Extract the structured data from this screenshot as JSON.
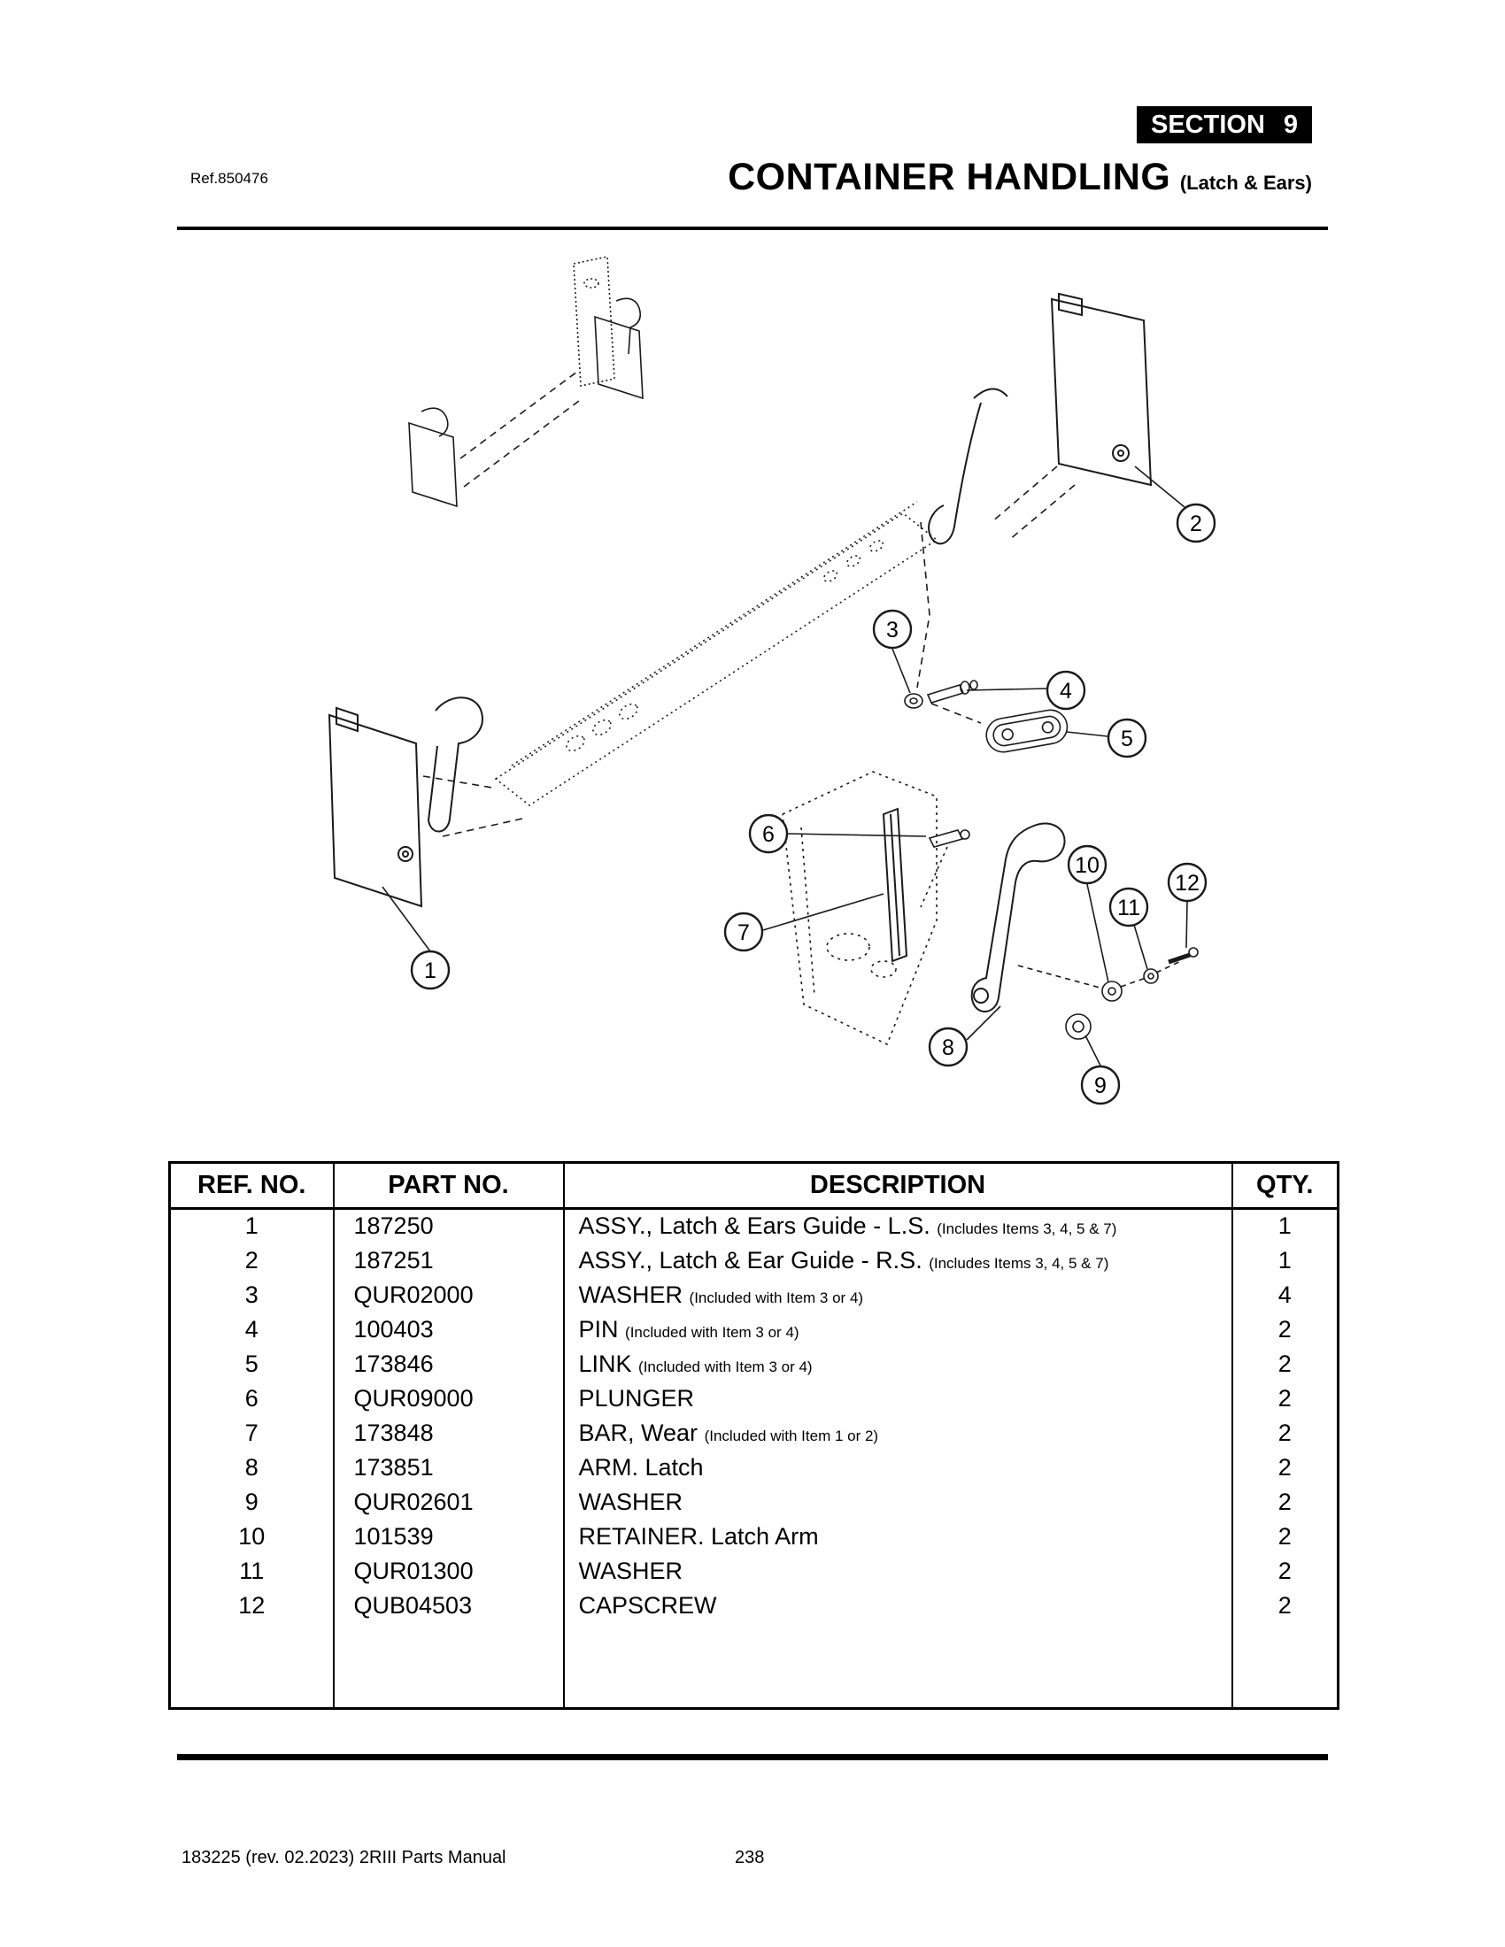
{
  "header": {
    "ref": "Ref.850476",
    "section_label": "SECTION",
    "section_number": "9",
    "title": "CONTAINER HANDLING",
    "subtitle": "(Latch & Ears)"
  },
  "diagram": {
    "callouts": [
      "1",
      "2",
      "3",
      "4",
      "5",
      "6",
      "7",
      "8",
      "9",
      "10",
      "11",
      "12"
    ]
  },
  "table": {
    "headers": [
      "REF. NO.",
      "PART NO.",
      "DESCRIPTION",
      "QTY."
    ],
    "rows": [
      {
        "ref": "1",
        "part": "187250",
        "desc": "ASSY., Latch & Ears Guide - L.S.",
        "note": "(Includes Items 3, 4, 5 & 7)",
        "qty": "1"
      },
      {
        "ref": "2",
        "part": "187251",
        "desc": "ASSY., Latch & Ear Guide - R.S.",
        "note": "(Includes Items 3, 4, 5 & 7)",
        "qty": "1"
      },
      {
        "ref": "3",
        "part": "QUR02000",
        "desc": "WASHER",
        "note": "(Included with Item 3 or 4)",
        "qty": "4"
      },
      {
        "ref": "4",
        "part": "100403",
        "desc": "PIN",
        "note": "(Included with Item 3 or 4)",
        "qty": "2"
      },
      {
        "ref": "5",
        "part": "173846",
        "desc": "LINK",
        "note": "(Included with Item 3 or 4)",
        "qty": "2"
      },
      {
        "ref": "6",
        "part": "QUR09000",
        "desc": "PLUNGER",
        "note": "",
        "qty": "2"
      },
      {
        "ref": "7",
        "part": "173848",
        "desc": "BAR, Wear",
        "note": "(Included with Item 1 or 2)",
        "qty": "2"
      },
      {
        "ref": "8",
        "part": "173851",
        "desc": "ARM. Latch",
        "note": "",
        "qty": "2"
      },
      {
        "ref": "9",
        "part": "QUR02601",
        "desc": "WASHER",
        "note": "",
        "qty": "2"
      },
      {
        "ref": "10",
        "part": "101539",
        "desc": "RETAINER. Latch Arm",
        "note": "",
        "qty": "2"
      },
      {
        "ref": "11",
        "part": "QUR01300",
        "desc": "WASHER",
        "note": "",
        "qty": "2"
      },
      {
        "ref": "12",
        "part": "QUB04503",
        "desc": "CAPSCREW",
        "note": "",
        "qty": "2"
      }
    ]
  },
  "footer": {
    "left": "183225  (rev. 02.2023) 2RIII Parts Manual",
    "page": "238"
  }
}
